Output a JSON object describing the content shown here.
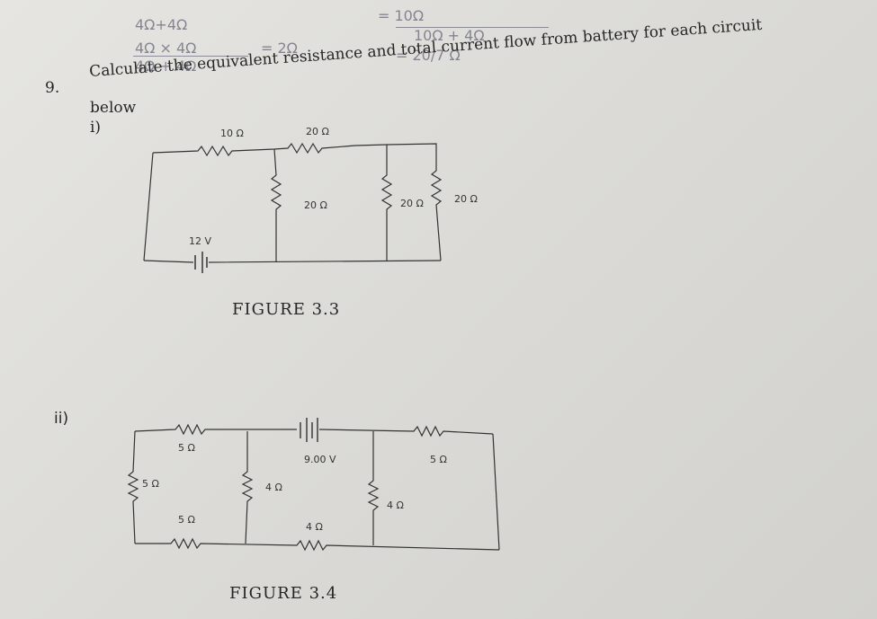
{
  "handwriting": {
    "line1": "4Ω+4Ω",
    "line2": "4Ω × 4Ω",
    "line3": "4Ω + 4Ω",
    "line4": "= 2Ω",
    "line5": "= 10Ω",
    "line6": "10Ω + 4Ω",
    "line7": "= 20/7 Ω"
  },
  "question": {
    "number": "9.",
    "text_line1": "Calculate the equivalent resistance and total current flow from battery for each circuit",
    "text_line2": "below"
  },
  "figure_3_3": {
    "part_label": "i)",
    "caption": "FIGURE 3.3",
    "labels": {
      "r_top_left": "10 Ω",
      "r_top_right": "20 Ω",
      "r_mid1": "20 Ω",
      "r_mid2": "20 Ω",
      "r_right": "20 Ω",
      "battery": "12 V"
    }
  },
  "figure_3_4": {
    "part_label": "ii)",
    "caption": "FIGURE 3.4",
    "labels": {
      "r_top_left": "5 Ω",
      "battery": "9.00 V",
      "r_top_right": "5 Ω",
      "r_left": "5 Ω",
      "r_mid": "4 Ω",
      "r_right": "4 Ω",
      "r_bottom_left": "5 Ω",
      "r_bottom_right": "4 Ω"
    }
  }
}
